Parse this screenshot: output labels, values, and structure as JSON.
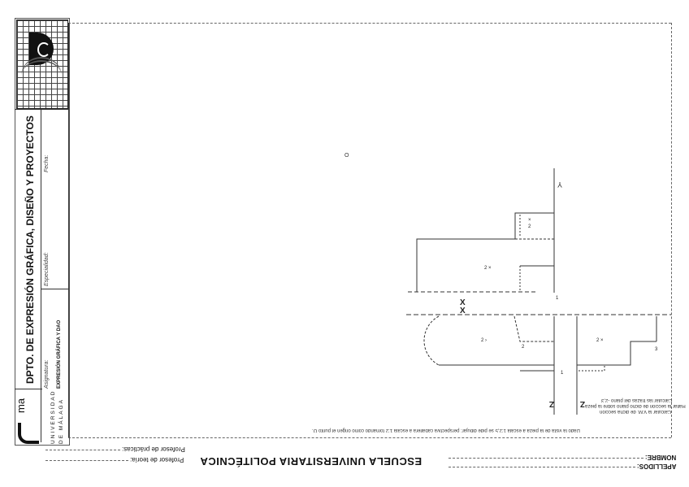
{
  "title_block": {
    "department": "DPTO. DE EXPRESIÓN GRÁFICA, DISEÑO Y PROYECTOS",
    "asignatura_label": "Asignatura:",
    "asignatura_value": "EXPRESIÓN GRÁFICA Y DAO",
    "especialidad_label": "Especialidad:",
    "fecha_label": "Fecha:",
    "university_line1": "UNIVERSIDAD",
    "university_line2": "DE MÁLAGA",
    "logo_text": "ma"
  },
  "footer": {
    "school": "ESCUELA UNIVERSITARIA POLITÉCNICA",
    "apellidos_label": "APELLIDOS:",
    "nombre_label": "NOMBRE:",
    "profesor_teoria_label": "Profesor de teoría:",
    "profesor_practicas_label": "Profesor de prácticas:",
    "instructions": "Dado la vista de la pieza a escala 1:2,5 se pide dibujar: perspectiva caballera a escala 1:2 tomando como origen el punto O.",
    "notes": [
      "Calcular las trazas del plano -2,3",
      "Hallar la sección de dicho plano sobre la pieza",
      "Calcular la V.M. de dicha sección"
    ]
  },
  "drawing": {
    "axis_labels": [
      "Y",
      "X",
      "X",
      "Z",
      "Z"
    ],
    "origin_label": "O",
    "point_labels": [
      "2",
      "2",
      "2",
      "2",
      "2",
      "1",
      "1",
      "3"
    ]
  }
}
